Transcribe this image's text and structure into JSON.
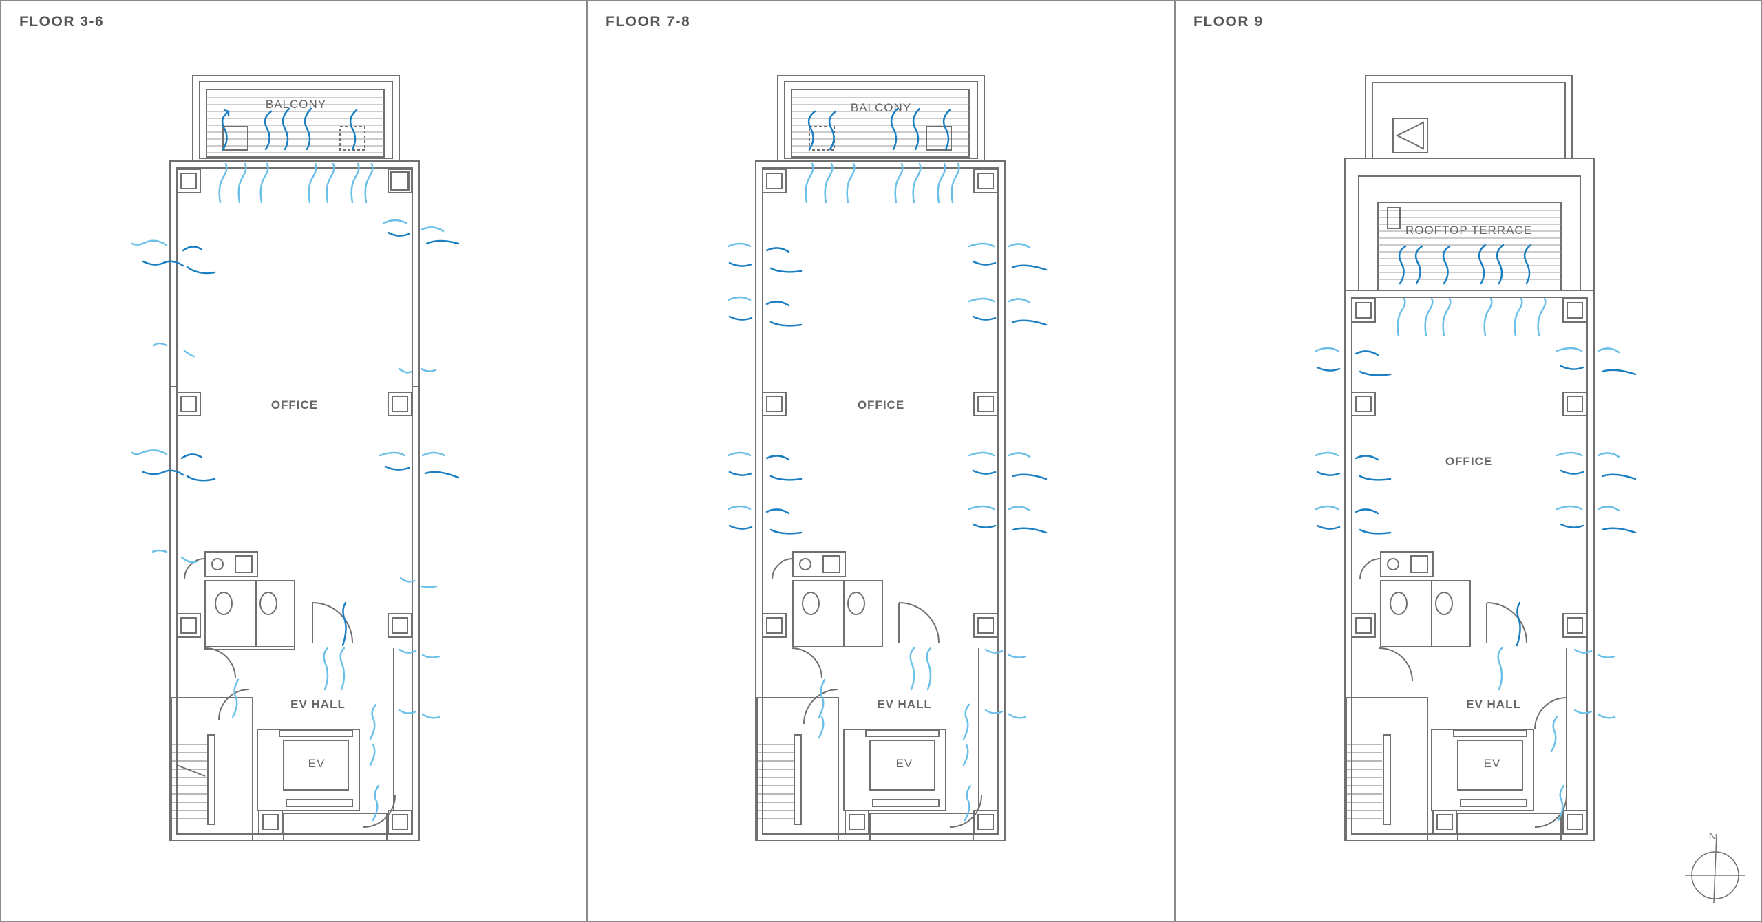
{
  "panels": [
    {
      "title": "FLOOR 3-6",
      "office": "OFFICE",
      "evhall": "EV HALL",
      "ev": "EV",
      "top": "BALCONY",
      "variant": "balcony"
    },
    {
      "title": "FLOOR 7-8",
      "office": "OFFICE",
      "evhall": "EV HALL",
      "ev": "EV",
      "top": "BALCONY",
      "variant": "balcony"
    },
    {
      "title": "FLOOR 9",
      "office": "OFFICE",
      "evhall": "EV HALL",
      "ev": "EV",
      "top": "ROOFTOP TERRACE",
      "variant": "terrace"
    }
  ],
  "compass": {
    "letter": "N"
  },
  "colors": {
    "stroke": "#707070",
    "airflow_dark": "#1a7fc2",
    "airflow_light": "#6cc0e8",
    "frame": "#8a8a8a"
  }
}
